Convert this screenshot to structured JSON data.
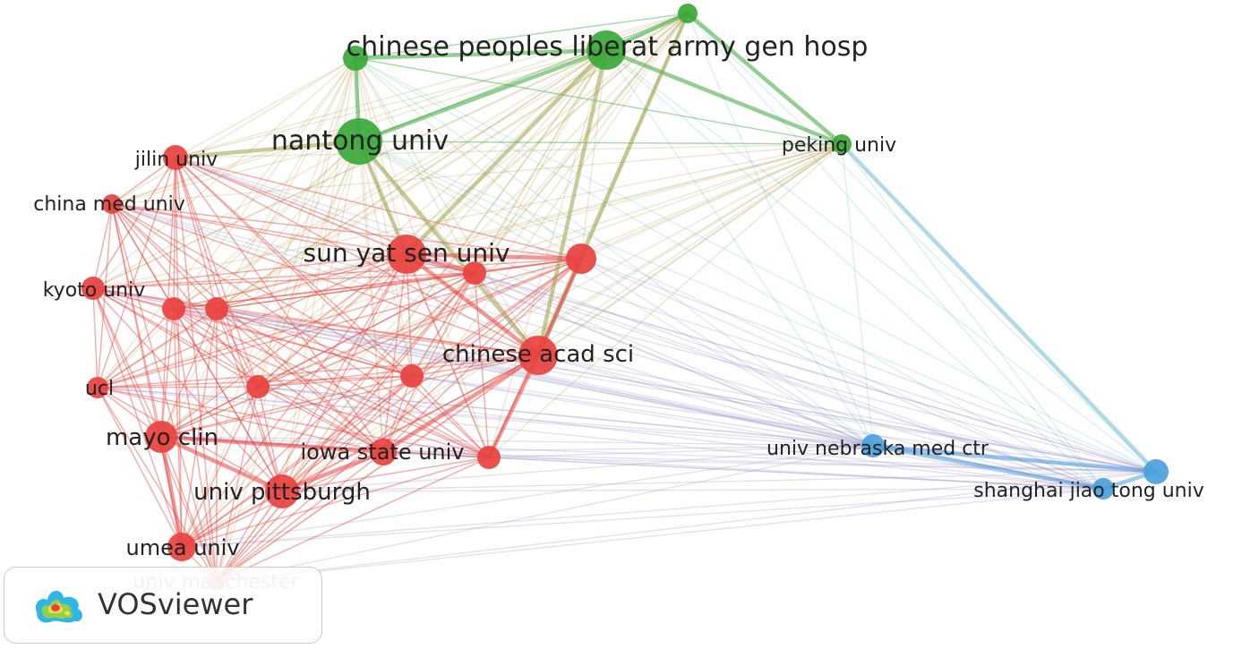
{
  "app": {
    "name": "VOSviewer",
    "logo_icon": "vosviewer-density-logo-icon"
  },
  "clusters": [
    {
      "id": "red",
      "color": "#e8423f"
    },
    {
      "id": "green",
      "color": "#3aa83a"
    },
    {
      "id": "blue",
      "color": "#4a9fdb"
    }
  ],
  "nodes": [
    {
      "id": "plagh",
      "label": "chinese peoples liberat army gen hosp",
      "cluster": "green"
    },
    {
      "id": "green_top",
      "label": "",
      "cluster": "green"
    },
    {
      "id": "green_left",
      "label": "",
      "cluster": "green"
    },
    {
      "id": "nantong",
      "label": "nantong univ",
      "cluster": "green"
    },
    {
      "id": "peking",
      "label": "peking univ",
      "cluster": "green"
    },
    {
      "id": "jilin",
      "label": "jilin univ",
      "cluster": "red"
    },
    {
      "id": "chinamed",
      "label": "china med univ",
      "cluster": "red"
    },
    {
      "id": "kyoto",
      "label": "kyoto univ",
      "cluster": "red"
    },
    {
      "id": "ucl",
      "label": "ucl",
      "cluster": "red"
    },
    {
      "id": "mayo",
      "label": "mayo clin",
      "cluster": "red"
    },
    {
      "id": "umea",
      "label": "umea univ",
      "cluster": "red"
    },
    {
      "id": "manchester",
      "label": "univ manchester",
      "cluster": "red"
    },
    {
      "id": "pitt",
      "label": "univ pittsburgh",
      "cluster": "red"
    },
    {
      "id": "iowa",
      "label": "iowa state univ",
      "cluster": "red"
    },
    {
      "id": "sysu",
      "label": "sun yat sen univ",
      "cluster": "red"
    },
    {
      "id": "cas",
      "label": "chinese acad sci",
      "cluster": "red"
    },
    {
      "id": "r_a",
      "label": "",
      "cluster": "red"
    },
    {
      "id": "r_b",
      "label": "",
      "cluster": "red"
    },
    {
      "id": "r_c",
      "label": "",
      "cluster": "red"
    },
    {
      "id": "r_d",
      "label": "",
      "cluster": "red"
    },
    {
      "id": "r_e",
      "label": "",
      "cluster": "red"
    },
    {
      "id": "r_f",
      "label": "",
      "cluster": "red"
    },
    {
      "id": "r_g",
      "label": "",
      "cluster": "red"
    },
    {
      "id": "nebraska",
      "label": "univ nebraska med ctr",
      "cluster": "blue"
    },
    {
      "id": "sjtu",
      "label": "shanghai jiao tong univ",
      "cluster": "blue"
    },
    {
      "id": "blue_right",
      "label": "",
      "cluster": "blue"
    }
  ],
  "strong_links": [
    [
      "plagh",
      "nantong"
    ],
    [
      "plagh",
      "green_left"
    ],
    [
      "plagh",
      "peking"
    ],
    [
      "plagh",
      "green_top"
    ],
    [
      "nantong",
      "green_left"
    ],
    [
      "nantong",
      "sysu"
    ],
    [
      "nantong",
      "cas"
    ],
    [
      "plagh",
      "cas"
    ],
    [
      "plagh",
      "sysu"
    ],
    [
      "green_top",
      "cas"
    ],
    [
      "green_top",
      "peking"
    ],
    [
      "sysu",
      "cas"
    ],
    [
      "sysu",
      "r_a"
    ],
    [
      "sysu",
      "r_b"
    ],
    [
      "cas",
      "r_b"
    ],
    [
      "cas",
      "iowa"
    ],
    [
      "cas",
      "r_g"
    ],
    [
      "mayo",
      "pitt"
    ],
    [
      "mayo",
      "umea"
    ],
    [
      "pitt",
      "iowa"
    ],
    [
      "mayo",
      "iowa"
    ],
    [
      "jilin",
      "nantong"
    ],
    [
      "nebraska",
      "blue_right"
    ],
    [
      "nebraska",
      "sjtu"
    ],
    [
      "blue_right",
      "sjtu"
    ],
    [
      "peking",
      "blue_right"
    ]
  ]
}
